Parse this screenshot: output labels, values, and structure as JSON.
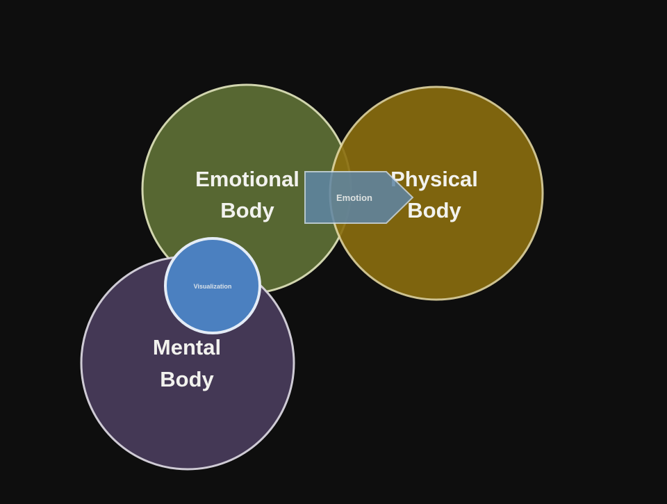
{
  "background_color": "#0e0e0e",
  "circles": {
    "emotional": {
      "line1": "Emotional",
      "line2": "Body",
      "fill": "#5a6a34",
      "stroke": "#d8dcb4"
    },
    "physical": {
      "line1": "Physical",
      "line2": "Body",
      "fill": "#8b6e0e",
      "stroke": "#e2d6a0"
    },
    "mental": {
      "line1": "Mental",
      "line2": "Body",
      "fill": "#463a58",
      "stroke": "#d6d2dc"
    },
    "visualization": {
      "label": "Visualization",
      "fill": "#4b80c0",
      "stroke": "#e4ecf6"
    }
  },
  "arrow": {
    "label": "Emotion",
    "fill": "#5f86a6",
    "stroke": "#c8d8e6"
  },
  "text_color": "#f2f2ee"
}
